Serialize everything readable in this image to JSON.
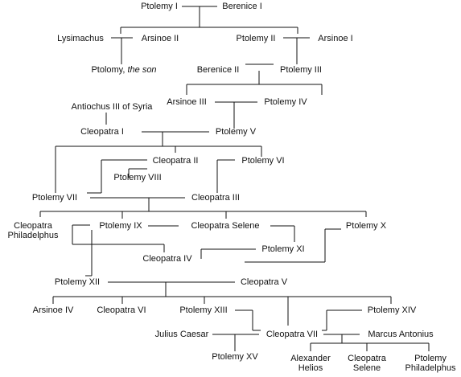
{
  "names": {
    "ptolemy_i": "Ptolemy I",
    "berenice_i": "Berenice I",
    "lysimachus": "Lysimachus",
    "arsinoe_ii": "Arsinoe II",
    "ptolemy_ii": "Ptolemy II",
    "arsinoe_i": "Arsinoe I",
    "ptolemy_the_son_prefix": "Ptolomy, ",
    "ptolemy_the_son_suffix": "the son",
    "berenice_ii": "Berenice II",
    "ptolemy_iii": "Ptolemy III",
    "arsinoe_iii": "Arsinoe III",
    "ptolemy_iv": "Ptolemy IV",
    "antiochus_iii": "Antiochus III of Syria",
    "cleopatra_i": "Cleopatra I",
    "ptolemy_v": "Ptolemy V",
    "cleopatra_ii": "Cleopatra II",
    "ptolemy_vi": "Ptolemy VI",
    "ptolemy_viii": "Ptolemy VIII",
    "ptolemy_vii": "Ptolemy VII",
    "cleopatra_iii": "Cleopatra III",
    "cleopatra_philadelphus_1": "Cleopatra",
    "cleopatra_philadelphus_2": "Philadelphus",
    "ptolemy_ix": "Ptolemy IX",
    "cleopatra_selene": "Cleopatra Selene",
    "ptolemy_x": "Ptolemy X",
    "ptolemy_xi": "Ptolemy XI",
    "cleopatra_iv": "Cleopatra IV",
    "ptolemy_xii": "Ptolemy XII",
    "cleopatra_v": "Cleopatra V",
    "arsinoe_iv": "Arsinoe IV",
    "cleopatra_vi": "Cleopatra VI",
    "ptolemy_xiii": "Ptolemy XIII",
    "ptolemy_xiv": "Ptolemy XIV",
    "julius_caesar": "Julius Caesar",
    "cleopatra_vii": "Cleopatra VII",
    "marcus_antonius": "Marcus Antonius",
    "ptolemy_xv": "Ptolemy XV",
    "alexander_helios_1": "Alexander",
    "alexander_helios_2": "Helios",
    "cleopatra_selene_jr_1": "Cleopatra",
    "cleopatra_selene_jr_2": "Selene",
    "ptolemy_philadelphus_1": "Ptolemy",
    "ptolemy_philadelphus_2": "Philadelphus"
  },
  "colors": {
    "line": "#111111",
    "text": "#111111",
    "background": "#ffffff"
  }
}
